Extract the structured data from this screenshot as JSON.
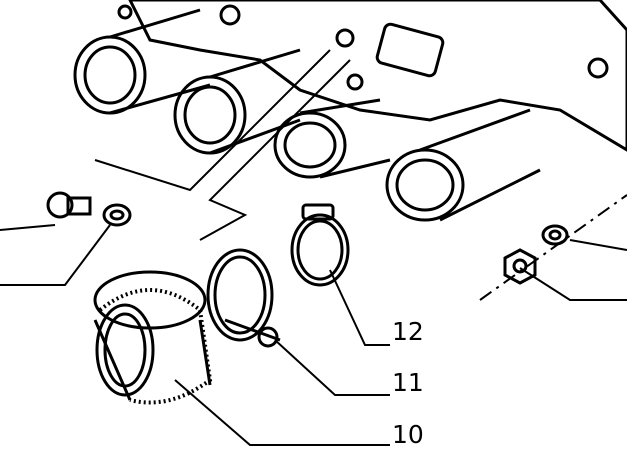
{
  "callouts": [
    {
      "number": "12"
    },
    {
      "number": "11"
    },
    {
      "number": "10"
    }
  ],
  "colors": {
    "ink": "#000000",
    "paper": "#ffffff"
  }
}
